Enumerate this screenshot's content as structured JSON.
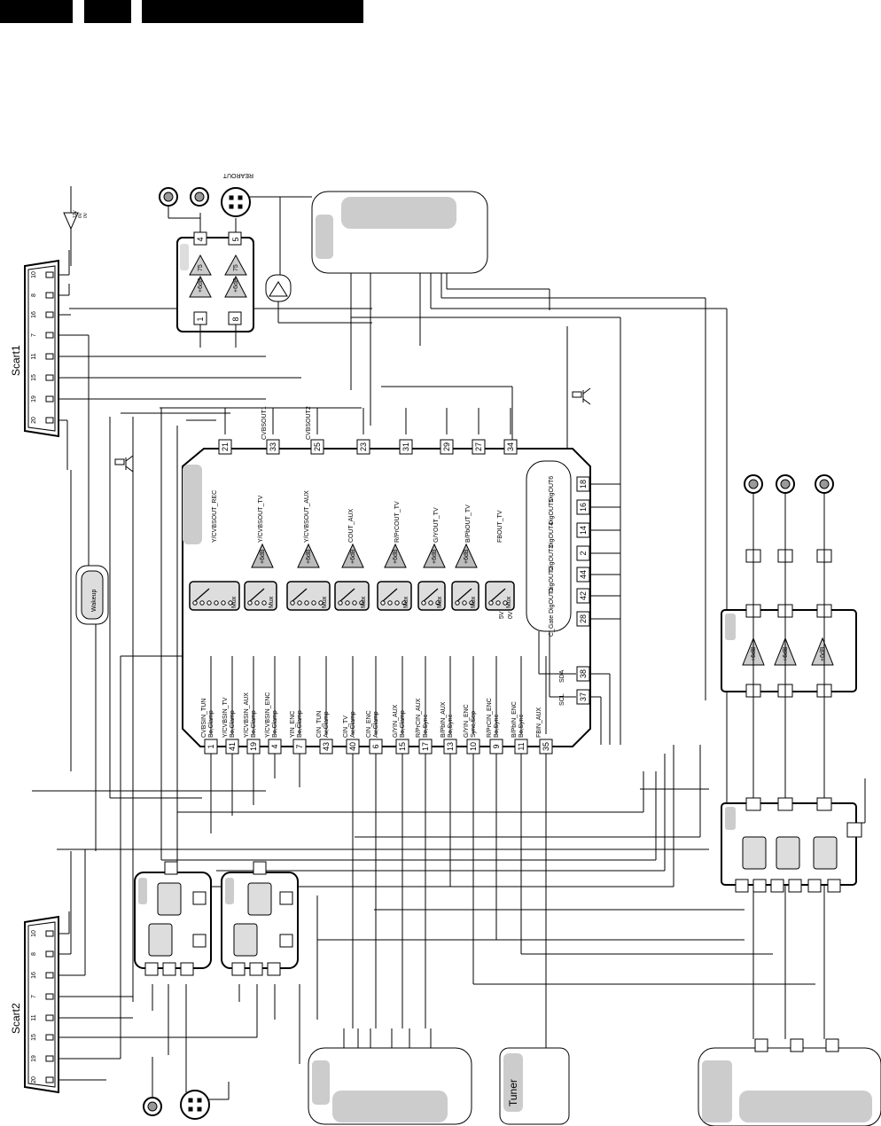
{
  "header": {
    "tabs": [
      "",
      "",
      ""
    ]
  },
  "scart1": {
    "title": "Scart1",
    "pins": [
      "10",
      "8",
      "16",
      "7",
      "11",
      "15",
      "19",
      "20"
    ],
    "level_labels": [
      "12V",
      "6V",
      "0V"
    ]
  },
  "scart2": {
    "title": "Scart2",
    "pins": [
      "10",
      "8",
      "16",
      "7",
      "11",
      "15",
      "19",
      "20"
    ]
  },
  "rearout": {
    "label": "REAROUT",
    "gain_labels": [
      "+6dB",
      "+6dB"
    ],
    "load_labels": [
      "75",
      "75"
    ],
    "pins": [
      "4",
      "5",
      "1",
      "8"
    ]
  },
  "wakeup": {
    "label": "Wakeup"
  },
  "tuner": {
    "label": "Tuner"
  },
  "main_ic": {
    "top_pins": [
      {
        "pin": "21",
        "label": ""
      },
      {
        "pin": "33",
        "label": "CVBSOUT1"
      },
      {
        "pin": "25",
        "label": "CVBSOUT2"
      },
      {
        "pin": "23",
        "label": ""
      },
      {
        "pin": "31",
        "label": ""
      },
      {
        "pin": "29",
        "label": ""
      },
      {
        "pin": "27",
        "label": ""
      },
      {
        "pin": "34",
        "label": ""
      }
    ],
    "output_labels": [
      "Y/CVBSOUT_REC",
      "Y/CVBSOUT_TV",
      "Y/CVBSOUT_AUX",
      "COUT_AUX",
      "R/PrCOUT_TV",
      "G/YOUT_TV",
      "B/PbOUT_TV",
      "FBOUT_TV"
    ],
    "gain_label": "+6dB",
    "mux_label": "Mux",
    "digout": [
      {
        "pin": "18",
        "label": "DigOUT6"
      },
      {
        "pin": "16",
        "label": "DigOUT5"
      },
      {
        "pin": "14",
        "label": "DigOUT4"
      },
      {
        "pin": "2",
        "label": "DigOUT3"
      },
      {
        "pin": "44",
        "label": "DigOUT2"
      },
      {
        "pin": "42",
        "label": "DigOUT1"
      },
      {
        "pin": "28",
        "label": "C_Gate"
      }
    ],
    "cgate_levels": [
      "5V",
      "0V"
    ],
    "bus": [
      {
        "pin": "38",
        "label": "SDA"
      },
      {
        "pin": "37",
        "label": "SCL"
      }
    ],
    "inputs": [
      {
        "pin": "1",
        "label": "CVBSIN_TUN",
        "clamp": "Bo,Clamp"
      },
      {
        "pin": "41",
        "label": "Y/CVBSIN_TV",
        "clamp": "Bo,Clamp"
      },
      {
        "pin": "19",
        "label": "Y/CVBSIN_AUX",
        "clamp": "Bo,Clamp"
      },
      {
        "pin": "4",
        "label": "Y/CVBSIN_ENC",
        "clamp": "Bo,Clamp"
      },
      {
        "pin": "7",
        "label": "YIN_ENC",
        "clamp": "Bo,Clamp"
      },
      {
        "pin": "43",
        "label": "CIN_TUN",
        "clamp": "Av,Clamp"
      },
      {
        "pin": "40",
        "label": "CIN_TV",
        "clamp": "Av,Clamp"
      },
      {
        "pin": "6",
        "label": "CIN_ENC",
        "clamp": "Av,Clamp"
      },
      {
        "pin": "15",
        "label": "G/YIN_AUX",
        "clamp": "Bo,Clamp"
      },
      {
        "pin": "17",
        "label": "R/PrCIN_AUX",
        "clamp": "Bo,Sync"
      },
      {
        "pin": "13",
        "label": "B/PbIN_AUX",
        "clamp": "Bo,Sync"
      },
      {
        "pin": "10",
        "label": "G/YIN_ENC",
        "clamp": "Sync,Sep"
      },
      {
        "pin": "9",
        "label": "R/PrCIN_ENC",
        "clamp": "Bo,Sync"
      },
      {
        "pin": "11",
        "label": "B/PbIN_ENC",
        "clamp": "Bo,Sync"
      },
      {
        "pin": "35",
        "label": "FBIN_AUX",
        "clamp": ""
      }
    ]
  },
  "right_amp": {
    "gain_labels": [
      "+6dB",
      "+6dB",
      "+6dB"
    ]
  }
}
